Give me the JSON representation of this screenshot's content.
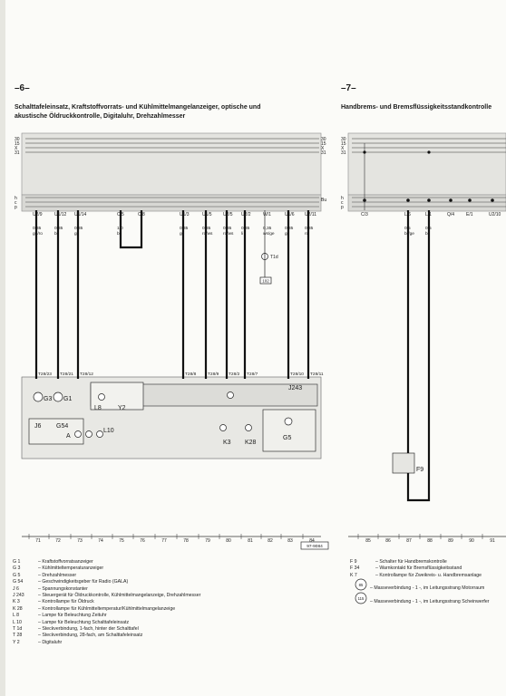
{
  "page": {
    "left": {
      "section": "–6–",
      "title1": "Schalttafeleinsatz, Kraftstoffvorrats- und Kühlmittelmangelanzeiger, optische und",
      "title2": "akustische Öldruckkontrolle, Digitaluhr, Drehzahlmesser"
    },
    "right": {
      "section": "–7–",
      "title": "Handbrems- und Bremsflüssigkeitsstandkontrolle"
    }
  },
  "rails_left": [
    "30",
    "15",
    "X",
    "31"
  ],
  "rails_right": [
    "30",
    "15",
    "X",
    "31"
  ],
  "rails_bus_left": [
    "h",
    "c",
    "p"
  ],
  "rails_bus_right_end": "Bu",
  "rails_bus_right": [
    "h",
    "c",
    "p"
  ],
  "wires_left": [
    {
      "term": "U2/9",
      "size": "0,35",
      "color": "ge/ro"
    },
    {
      "term": "U1/12",
      "size": "0,35",
      "color": "bl"
    },
    {
      "term": "U1/14",
      "size": "0,35",
      "color": "gr"
    },
    {
      "term": "C/5",
      "size": "1,0",
      "color": "br"
    },
    {
      "term": "C/8",
      "size": "",
      "color": ""
    },
    {
      "term": "U1/3",
      "size": "0,35",
      "color": "ge"
    },
    {
      "term": "U1/5",
      "size": "0,35",
      "color": "ro/ws"
    },
    {
      "term": "U2/5",
      "size": "0,35",
      "color": "ro/ws"
    },
    {
      "term": "U2/2",
      "size": "0,35",
      "color": "li"
    },
    {
      "term": "W/1",
      "size": "0,35",
      "color": "ws/ge"
    },
    {
      "term": "U1/6",
      "size": "0,35",
      "color": "gn"
    },
    {
      "term": "U2/11",
      "size": "0,35",
      "color": "ro"
    }
  ],
  "connector_t1": "T1d",
  "ground_ref": "102",
  "t28_pins": [
    "T28/23",
    "T28/21",
    "T28/12",
    "T28/8",
    "T28/9",
    "T28/2",
    "T28/7",
    "T28/10",
    "T28/11"
  ],
  "components": {
    "g3": "G3",
    "g1": "G1",
    "j6": "J6",
    "g54": "G54",
    "a": "A",
    "l8": "L8",
    "y2": "Y2",
    "l10": "L10",
    "j243": "J243",
    "k3": "K3",
    "k28": "K28",
    "g5": "G5",
    "f9": "F9"
  },
  "wires_right": [
    {
      "term": "C/3",
      "size": "",
      "color": ""
    },
    {
      "term": "L/6",
      "size": "0,5",
      "color": "br/ge"
    },
    {
      "term": "L/1",
      "size": "0,5",
      "color": "br"
    },
    {
      "term": "Q/4",
      "size": "",
      "color": ""
    },
    {
      "term": "E/1",
      "size": "",
      "color": ""
    },
    {
      "term": "U2/10",
      "size": "",
      "color": ""
    }
  ],
  "scale_left": [
    "71",
    "72",
    "73",
    "74",
    "75",
    "76",
    "77",
    "78",
    "79",
    "80",
    "81",
    "82",
    "83",
    "84"
  ],
  "scale_right": [
    "85",
    "86",
    "87",
    "88",
    "89",
    "90",
    "91"
  ],
  "doc_number": "97-9084",
  "legend_left": [
    {
      "code": "G 1",
      "text": "– Kraftstoffvorratsanzeiger"
    },
    {
      "code": "G 3",
      "text": "– Kühlmitteltemperaturanzeiger"
    },
    {
      "code": "G 5",
      "text": "– Drehzahlmesser"
    },
    {
      "code": "G 54",
      "text": "– Geschwindigkeitsgeber für Radio (GALA)"
    },
    {
      "code": "J 6",
      "text": "– Spannungskonstanter"
    },
    {
      "code": "J 243",
      "text": "– Steuergerät für Öldruckkontrolle, Kühlmittelmangelanzeige, Drehzahlmesser"
    },
    {
      "code": "K 3",
      "text": "– Kontrollampe für Öldruck"
    },
    {
      "code": "K 28",
      "text": "– Kontrollampe für Kühlmitteltemperatur/Kühlmittelmangelanzeige"
    },
    {
      "code": "L 8",
      "text": "– Lampe für Beleuchtung Zeituhr"
    },
    {
      "code": "L 10",
      "text": "– Lampe für Beleuchtung Schalttafeleinsatz"
    },
    {
      "code": "T 1d",
      "text": "– Steckverbindung, 1-fach, hinter der Schalttafel"
    },
    {
      "code": "T 28",
      "text": "– Steckverbindung, 28-fach, am Schalttafeleinsatz"
    },
    {
      "code": "Y 2",
      "text": "– Digitaluhr"
    }
  ],
  "legend_right": [
    {
      "code": "F 9",
      "text": "– Schalter für Handbremskontrolle"
    },
    {
      "code": "F 34",
      "text": "– Warnkontakt für Bremsflüssigkeitsstand"
    },
    {
      "code": "K 7",
      "text": "– Kontrollampe für Zweikreis- u. Handbremsanlage"
    }
  ],
  "legend_right_circles": [
    {
      "code": "85",
      "text": "– Masseverbindung - 1 -, im Leitungsstrang Motorraum"
    },
    {
      "code": "115",
      "text": "– Masseverbindung - 1 -, im Leitungsstrang Scheinwerfer"
    }
  ]
}
